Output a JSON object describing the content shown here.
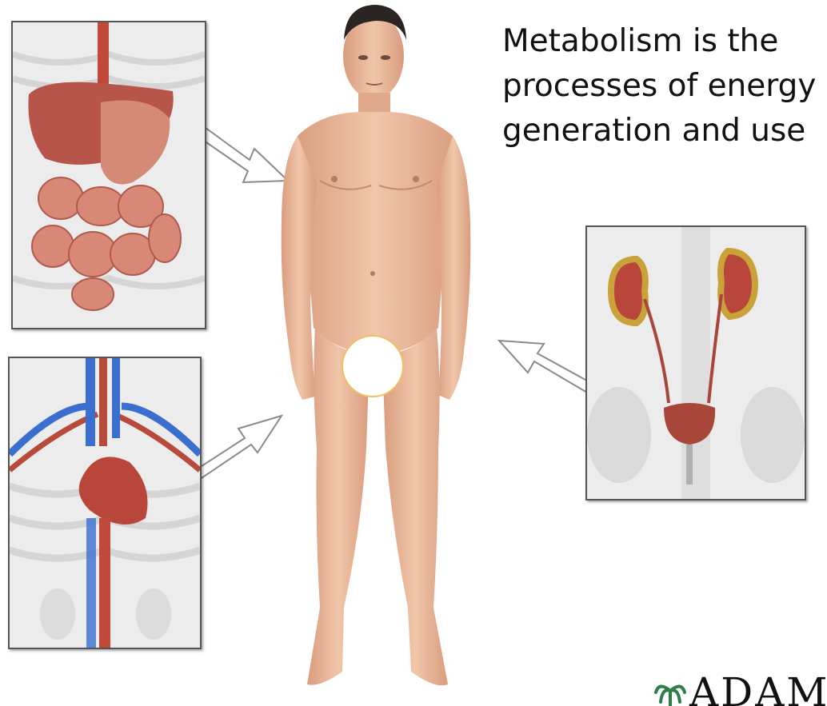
{
  "caption": {
    "line1": "Metabolism is the",
    "line2": "processes of energy",
    "line3": "generation and use"
  },
  "logo": {
    "text": "ADAM",
    "icon": "palm-leaf-icon"
  },
  "panels": [
    {
      "name": "digestive-system-panel",
      "depicts": "liver-stomach-intestines"
    },
    {
      "name": "circulatory-system-panel",
      "depicts": "heart-and-great-vessels"
    },
    {
      "name": "urinary-system-panel",
      "depicts": "kidneys-ureters-bladder"
    }
  ],
  "colors": {
    "skin": "#eab89a",
    "organ_red": "#b84a3c",
    "vein_blue": "#3a6fd0",
    "kidney_gold": "#c9a23a",
    "panel_bg": "#ececec"
  }
}
